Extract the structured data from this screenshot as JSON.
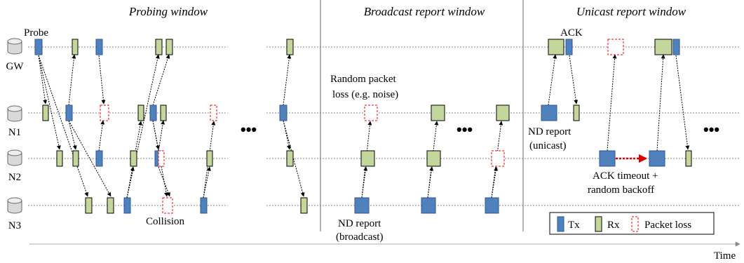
{
  "colors": {
    "tx": "#4f81bd",
    "rx": "#c3d69b",
    "loss": "#ff0000",
    "tx_stroke": "#2f5597",
    "rx_stroke": "#000000"
  },
  "windows": {
    "probing": "Probing window",
    "broadcast": "Broadcast report window",
    "unicast": "Unicast report window"
  },
  "nodes": [
    "GW",
    "N1",
    "N2",
    "N3"
  ],
  "labels": {
    "probe": "Probe",
    "ack": "ACK",
    "random_loss_1": "Random packet",
    "random_loss_2": "loss (e.g. noise)",
    "collision": "Collision",
    "nd_broadcast_1": "ND report",
    "nd_broadcast_2": "(broadcast)",
    "nd_unicast_1": "ND report",
    "nd_unicast_2": "(unicast)",
    "ack_timeout_1": "ACK timeout +",
    "ack_timeout_2": "random backoff",
    "time": "Time",
    "ellipsis": "•••"
  },
  "legend": {
    "tx": "Tx",
    "rx": "Rx",
    "loss": "Packet loss"
  }
}
